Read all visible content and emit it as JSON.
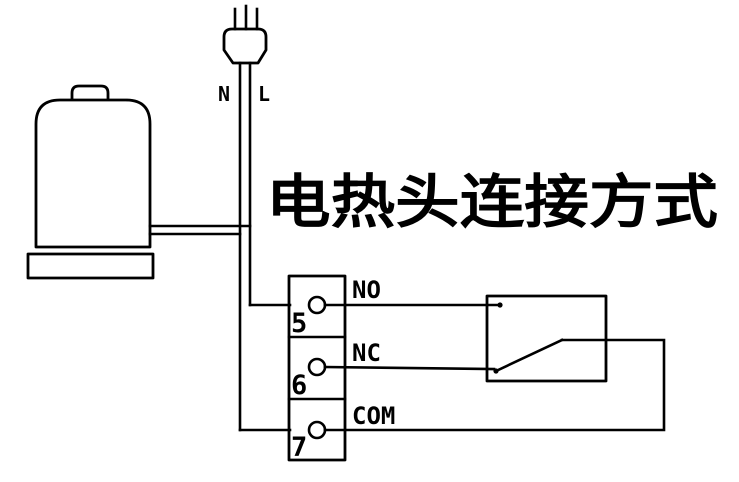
{
  "title": "电热头连接方式",
  "plug": {
    "neutral_label": "N",
    "live_label": "L"
  },
  "terminal_block": {
    "terminals": [
      {
        "number": "5",
        "contact_label": "NO"
      },
      {
        "number": "6",
        "contact_label": "NC"
      },
      {
        "number": "7",
        "contact_label": "COM"
      }
    ]
  },
  "colors": {
    "line": "#000000",
    "background": "#ffffff"
  }
}
